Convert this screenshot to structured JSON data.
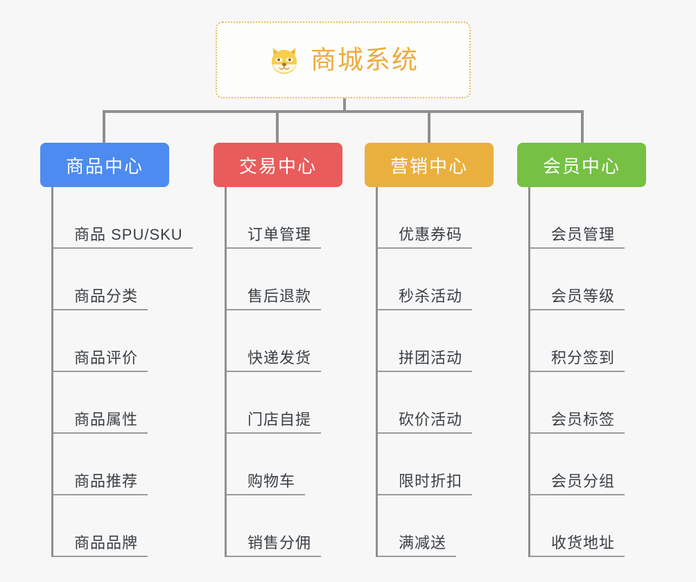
{
  "root": {
    "title": "商城系统",
    "icon": "shiba-dog-face-icon",
    "border_color": "#e8b960",
    "text_color": "#ecab3f"
  },
  "connector_color": "#8f8f8f",
  "background_color": "#f7f7f7",
  "columns": [
    {
      "title": "商品中心",
      "color": "#4d8bf0",
      "items": [
        "商品 SPU/SKU",
        "商品分类",
        "商品评价",
        "商品属性",
        "商品推荐",
        "商品品牌"
      ]
    },
    {
      "title": "交易中心",
      "color": "#e85c5c",
      "items": [
        "订单管理",
        "售后退款",
        "快递发货",
        "门店自提",
        "购物车",
        "销售分佣"
      ]
    },
    {
      "title": "营销中心",
      "color": "#eab03f",
      "items": [
        "优惠券码",
        "秒杀活动",
        "拼团活动",
        "砍价活动",
        "限时折扣",
        "满减送"
      ]
    },
    {
      "title": "会员中心",
      "color": "#76c044",
      "items": [
        "会员管理",
        "会员等级",
        "积分签到",
        "会员标签",
        "会员分组",
        "收货地址"
      ]
    }
  ]
}
